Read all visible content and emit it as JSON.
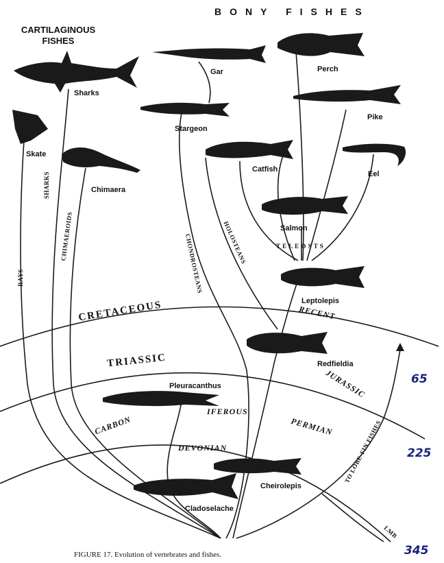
{
  "header": {
    "cartilaginous_line1": "CARTILAGINOUS",
    "cartilaginous_line2": "FISHES",
    "bony": "BONY FISHES"
  },
  "fishes": {
    "sharks": "Sharks",
    "skate": "Skate",
    "chimaera": "Chimaera",
    "gar": "Gar",
    "stargeon": "Stargeon",
    "perch": "Perch",
    "pike": "Pike",
    "catfish": "Catfish",
    "eel": "Eel",
    "salmon": "Salmon",
    "leptolepis": "Leptolepis",
    "redfieldia": "Redfieldia",
    "pleuracanthus": "Pleuracanthus",
    "cheirolepis": "Cheirolepis",
    "cladoselache": "Cladoselache"
  },
  "lineages": {
    "rays": "RAYS",
    "sharks": "SHARKS",
    "chimaeroids": "CHIMAEROIDS",
    "chondrosteans": "CHONDROSTEANS",
    "holosteans": "HOLOSTEANS",
    "teleosts": "T E L E O S T S",
    "lobe_fin": "TO LOBE-FIN FISHES",
    "lmb": "LMB"
  },
  "periods": {
    "cretaceous": "CRETACEOUS",
    "recent": "RECENT",
    "triassic": "TRIASSIC",
    "jurassic": "JURASSIC",
    "carbon": "CARBON",
    "iferous": "IFEROUS",
    "permian": "PERMIAN",
    "devonian": "DEVONIAN"
  },
  "annotations": {
    "mark_65": "65",
    "mark_225": "225",
    "mark_345": "345"
  },
  "caption": "FIGURE 17. Evolution of vertebrates and fishes."
}
